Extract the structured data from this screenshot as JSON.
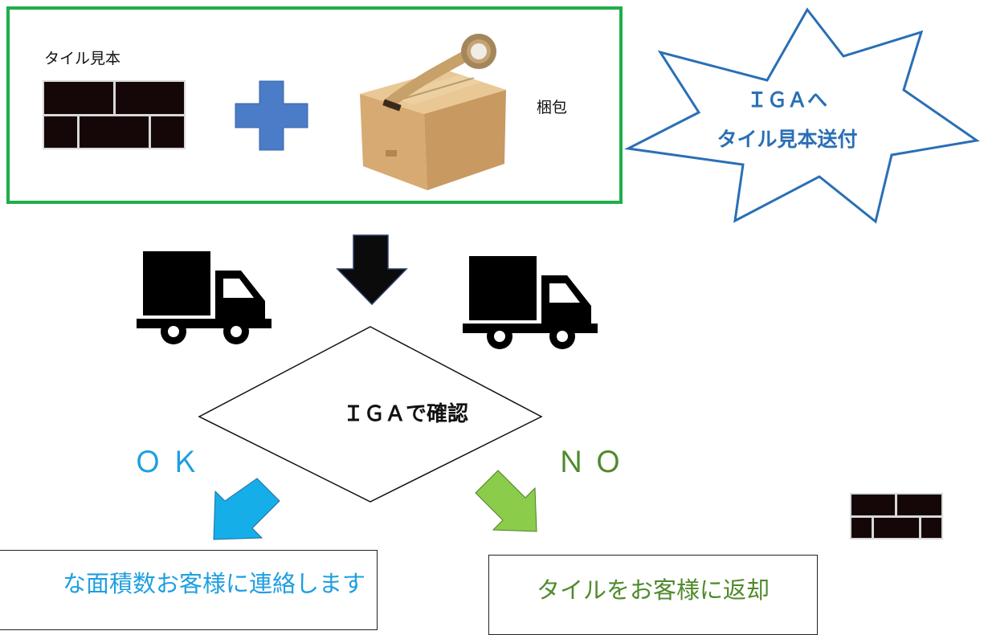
{
  "top_panel": {
    "tile_label": "タイル見本",
    "packing_label": "梱包"
  },
  "burst": {
    "line1": "ＩＧＡへ",
    "line2": "タイル見本送付"
  },
  "decision": {
    "label": "ＩＧＡで確認"
  },
  "branches": {
    "ok_label": "ＯＫ",
    "no_label": "ＮＯ",
    "ok_box_text": "な面積数お客様に連絡します",
    "no_box_text": "タイルをお客様に返却"
  },
  "icons": [
    "tile-sample-icon",
    "plus-icon",
    "cardboard-box-icon",
    "truck-icon",
    "down-arrow-icon",
    "ok-arrow-icon",
    "no-arrow-icon"
  ],
  "colors": {
    "panel_border": "#1fae4b",
    "burst_accent": "#2a6fb6",
    "ok_accent": "#1f9fe0",
    "no_accent": "#4f8a2c",
    "plus_fill": "#4a7cc7"
  }
}
